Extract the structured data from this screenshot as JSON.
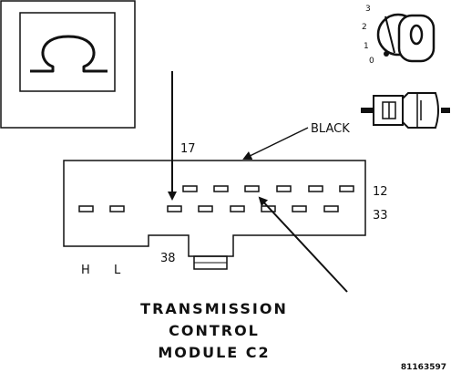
{
  "ignition": {
    "positions": [
      "3",
      "2",
      "1",
      "0"
    ]
  },
  "connector": {
    "callout_label": "BLACK",
    "pin_labels": {
      "top_left": "17",
      "top_right": "12",
      "bottom_right": "33",
      "bottom_left": "38"
    },
    "key_labels": [
      "H",
      "L"
    ]
  },
  "title_lines": [
    "TRANSMISSION",
    "CONTROL",
    "MODULE C2"
  ],
  "figure_number": "81163597"
}
